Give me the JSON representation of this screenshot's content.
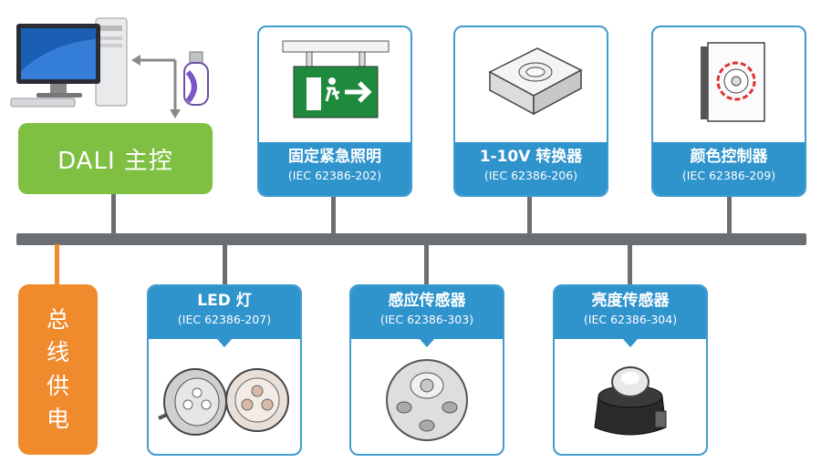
{
  "master": {
    "label": "DALI 主控"
  },
  "power": {
    "chars": [
      "总",
      "线",
      "供",
      "电"
    ]
  },
  "devices_top": [
    {
      "name": "固定紧急照明",
      "standard": "(IEC 62386-202)",
      "icon": "exit-sign-icon"
    },
    {
      "name": "1-10V 转换器",
      "standard": "(IEC 62386-206)",
      "icon": "dimmer-module-icon"
    },
    {
      "name": "颜色控制器",
      "standard": "(IEC 62386-209)",
      "icon": "color-controller-icon"
    }
  ],
  "devices_bottom": [
    {
      "name": "LED 灯",
      "standard": "(IEC 62386-207)",
      "icon": "led-lamp-icon"
    },
    {
      "name": "感应传感器",
      "standard": "(IEC 62386-303)",
      "icon": "occupancy-sensor-icon"
    },
    {
      "name": "亮度传感器",
      "standard": "(IEC 62386-304)",
      "icon": "light-sensor-icon"
    }
  ],
  "colors": {
    "bus": "#6b6f73",
    "master": "#7fbf42",
    "power": "#ef8a2d",
    "card_band": "#2f93cc",
    "exit_green": "#1f8a3c"
  }
}
